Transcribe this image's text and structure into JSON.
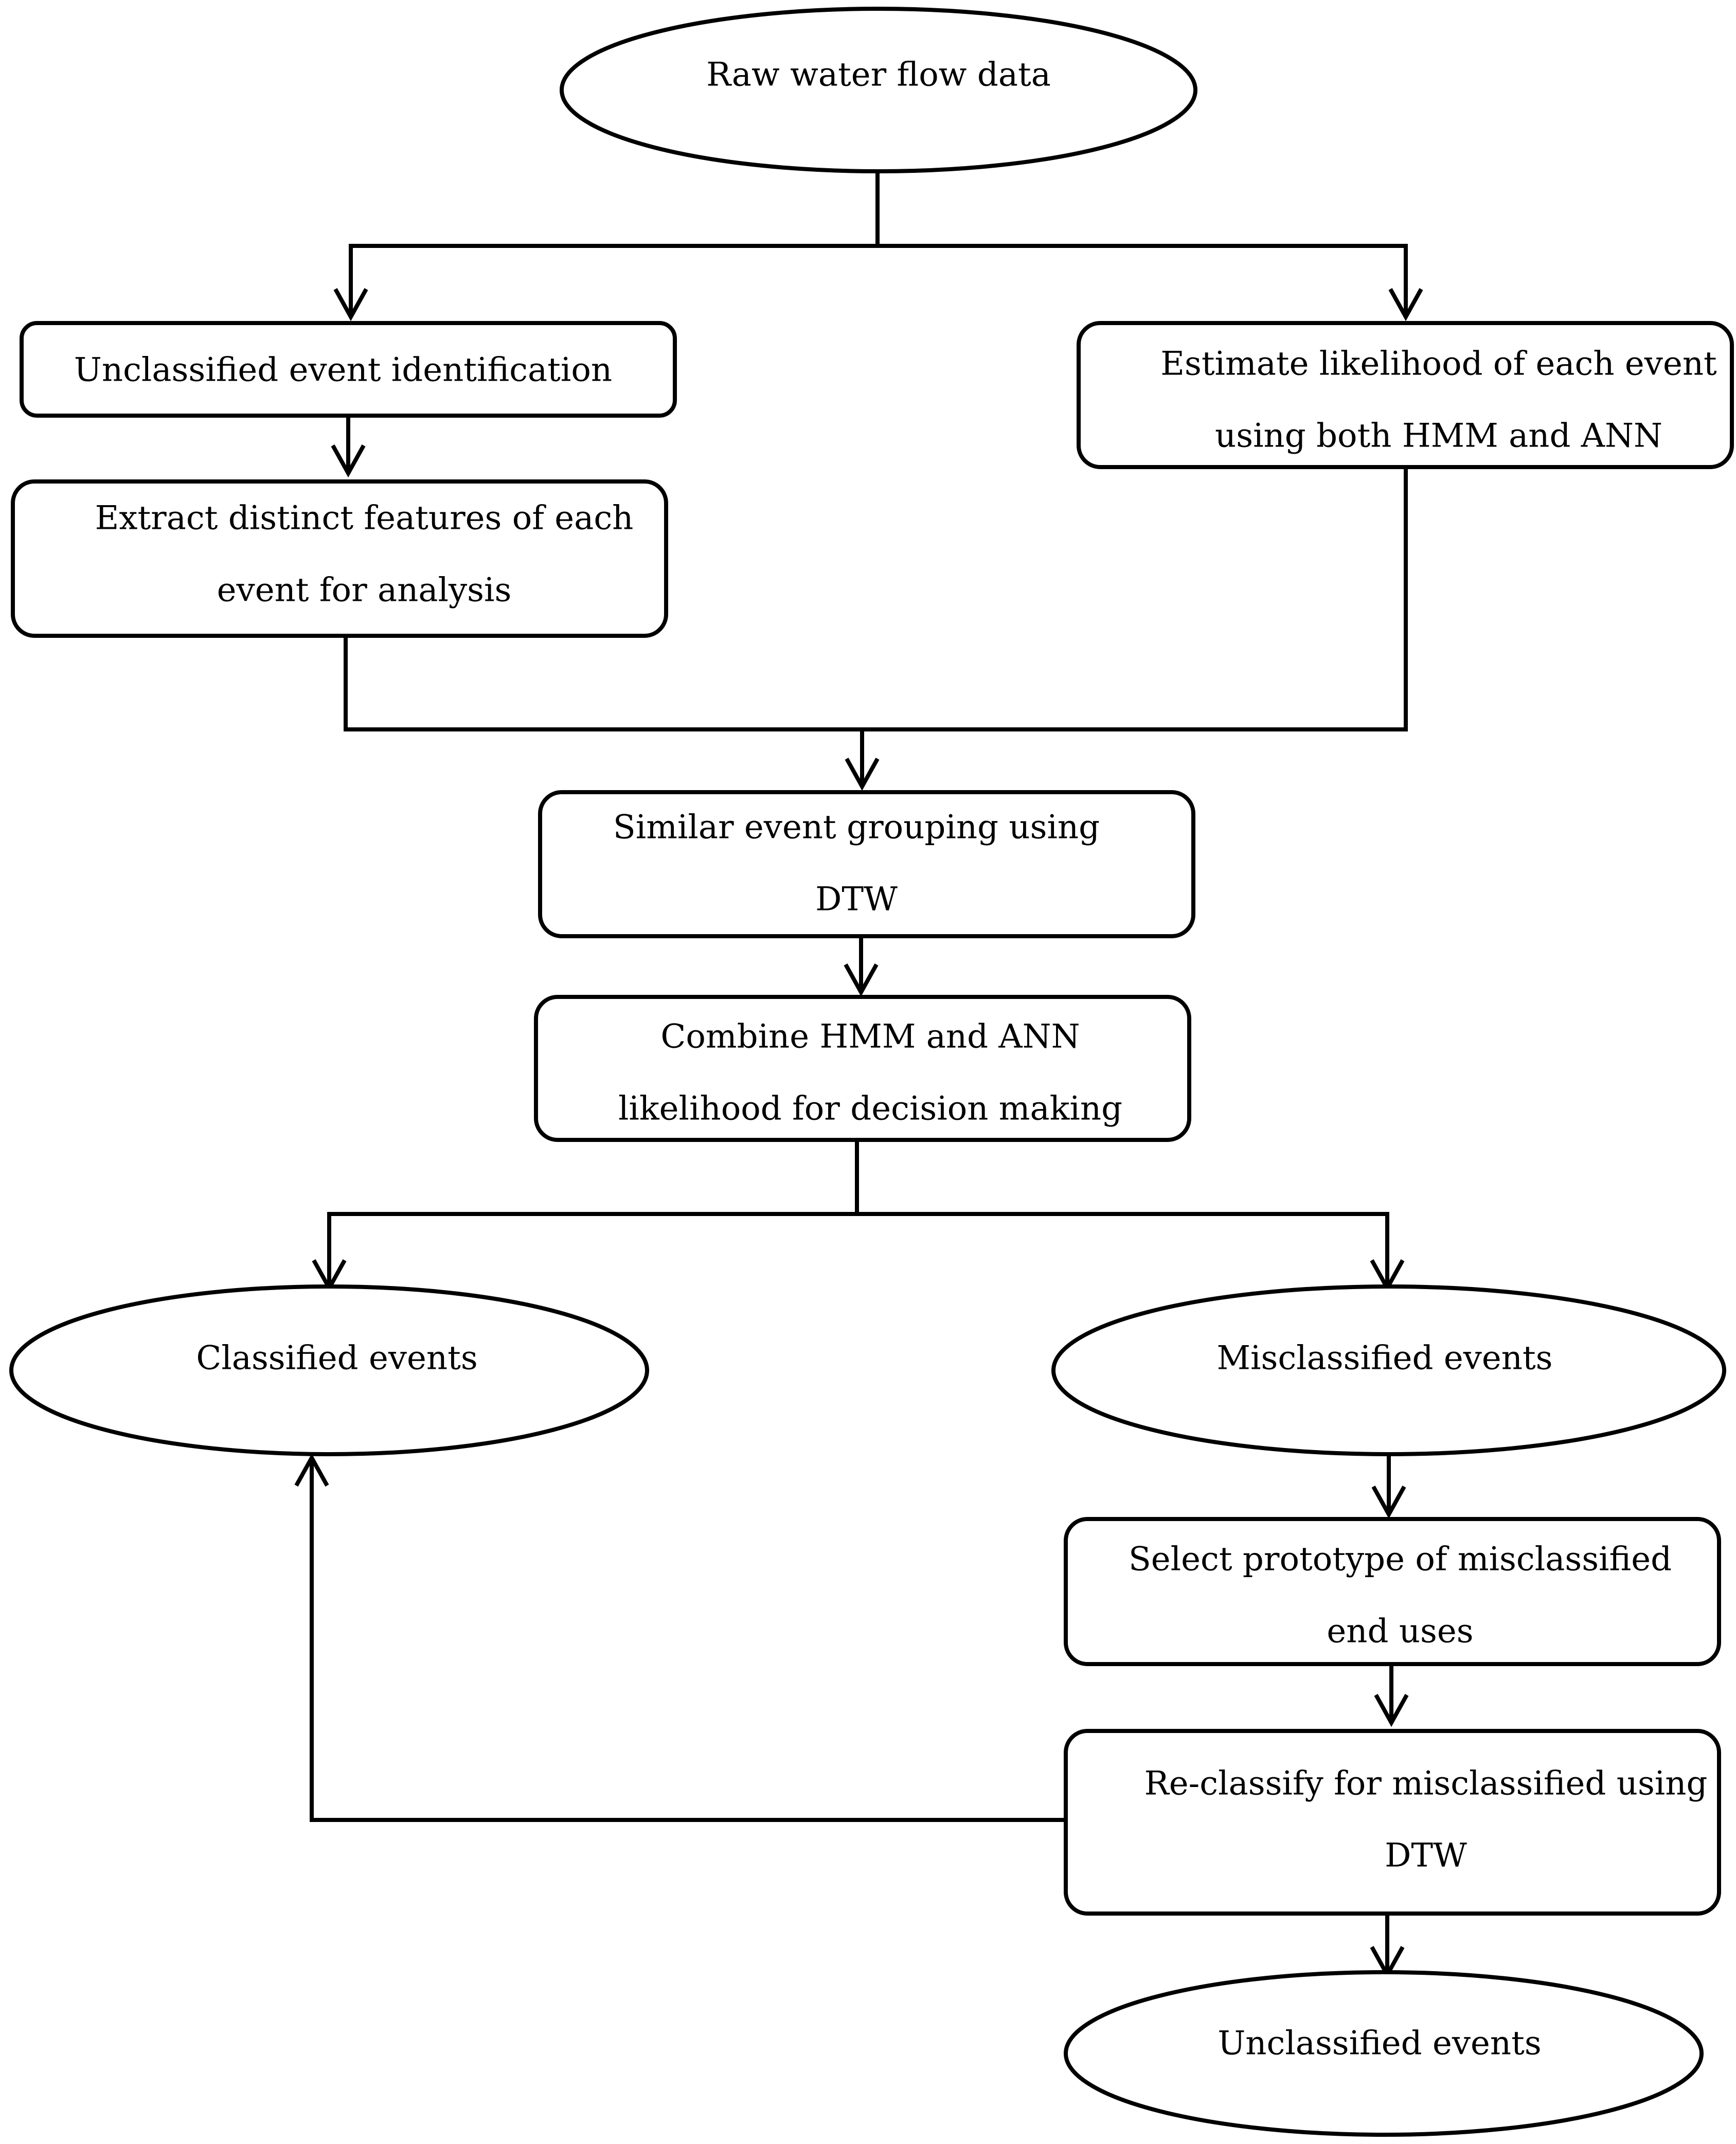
{
  "nodes": {
    "raw_data": "Raw water flow data",
    "unclassified_identification": "Unclassified event identification",
    "extract_features": {
      "line1": "Extract distinct features of each",
      "line2": "event for analysis"
    },
    "estimate_likelihood": {
      "line1": "Estimate likelihood of each event",
      "line2": "using both HMM and ANN"
    },
    "similar_grouping": {
      "line1": "Similar event grouping using",
      "line2": "DTW"
    },
    "combine_likelihood": {
      "line1": "Combine HMM and ANN",
      "line2": "likelihood for decision making"
    },
    "classified_events": "Classified events",
    "misclassified_events": "Misclassified events",
    "select_prototype": {
      "line1": "Select prototype of misclassified",
      "line2": "end uses"
    },
    "reclassify": {
      "line1": "Re-classify for misclassified using",
      "line2": "DTW"
    },
    "unclassified_events": "Unclassified events"
  }
}
